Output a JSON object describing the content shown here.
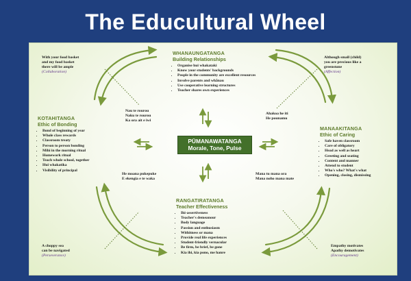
{
  "title": "The Educultural Wheel",
  "center": {
    "title": "PŪMANAWATANGA",
    "subtitle": "Morale, Tone, Pulse"
  },
  "top": {
    "heading": "WHANAUNGATANGA",
    "subheading": "Building Relationships",
    "items": [
      "Organise hui whakataki",
      "Know your students' backgrounds",
      "People in the community are excellent resources",
      "Involve parents and whānau",
      "Use cooperative learning structures",
      "Teacher shares own experiences"
    ]
  },
  "left": {
    "heading": "KOTAHITANGA",
    "subheading": "Ethic of Bonding",
    "items": [
      "Bond of beginning of year",
      "Whole class rewards",
      "Classroom treaty",
      "Person to person bonding",
      "Mihi in the morning ritual",
      "Homework ritual",
      "Teach whole school, together",
      "Hui whakatika",
      "Visibility of principal"
    ]
  },
  "right": {
    "heading": "MANAAKITANGA",
    "subheading": "Ethic of Caring",
    "items": [
      "Safe haven classroom",
      "Care of obligatory",
      "Head as well as heart",
      "Greeting and seating",
      "Content and manner",
      "Attend to student",
      "Who's who? What's what",
      "Opening, closing, dismissing"
    ]
  },
  "bottom": {
    "heading": "RANGATIRATANGA",
    "subheading": "Teacher Effectiveness",
    "items": [
      "Ihi-assertiveness",
      "Teacher's demeanour",
      "Body language",
      "Passion and enthusiasm",
      "Withitness or mana",
      "Provide real life experiences",
      "Student-friendly vernacular",
      "Be firm, be brief, be gone",
      "Kia ihi, kia pono, me hanre"
    ]
  },
  "corners": {
    "top_left": {
      "lines": [
        "With your food basket",
        "and my food basket",
        "there will be ample"
      ],
      "label": "(Collaboration)"
    },
    "top_right": {
      "lines": [
        "Although small (child)",
        "you are precious like a",
        "greenstone"
      ],
      "label": "(Affection)"
    },
    "bottom_left": {
      "lines": [
        "A choppy sea",
        "can be navigated"
      ],
      "label": "(Perseverance)"
    },
    "bottom_right": {
      "lines": [
        "Empathy motivates",
        "Apathy demotivates"
      ],
      "label": "(Encouragement)"
    }
  },
  "proverbs": {
    "upper_left": [
      "Nau te rourou",
      "Naku te rourou",
      "Ka ora ait e iwi"
    ],
    "upper_right": [
      "Ahakoa he iti",
      "He pounamu"
    ],
    "lower_left": [
      "He moana pukepuke",
      "E ekengia e te waka"
    ],
    "lower_right": [
      "Mana tu mana ora",
      "Mana noho mana mate"
    ]
  },
  "colors": {
    "background": "#1f3f7e",
    "heading_green": "#5c7a2a",
    "center_box": "#43702a",
    "arrow": "#7a9a3c",
    "accent_purple": "#5b2d86"
  }
}
